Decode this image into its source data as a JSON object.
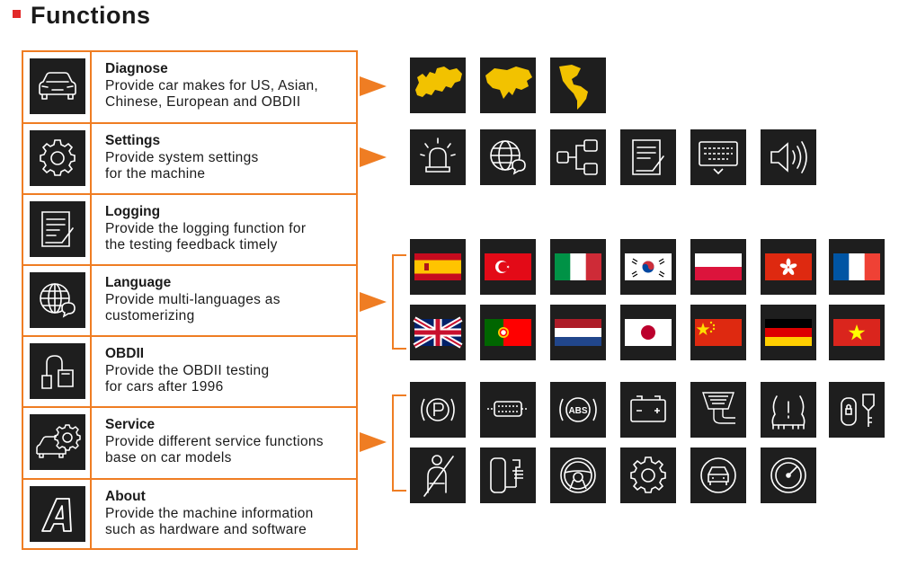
{
  "header": {
    "title": "Functions"
  },
  "rows": [
    {
      "title": "Diagnose",
      "desc": "Provide car makes for US, Asian,\nChinese, European and OBDII",
      "icon": "car-icon"
    },
    {
      "title": "Settings",
      "desc": "Provide system settings\nfor the machine",
      "icon": "gear-icon"
    },
    {
      "title": "Logging",
      "desc": "Provide the logging function for\nthe testing feedback timely",
      "icon": "document-pen-icon"
    },
    {
      "title": "Language",
      "desc": "Provide multi-languages as\ncustomerizing",
      "icon": "globe-chat-icon"
    },
    {
      "title": "OBDII",
      "desc": "Provide the OBDII testing\nfor cars after 1996",
      "icon": "obd-connector-icon"
    },
    {
      "title": "Service",
      "desc": "Provide different service functions\nbase on car models",
      "icon": "car-gear-icon"
    },
    {
      "title": "About",
      "desc": "Provide the machine information\nsuch as hardware and software",
      "icon": "about-logo-icon"
    }
  ],
  "diagnose_icons": [
    "europe-map-icon",
    "asia-map-icon",
    "americas-map-icon"
  ],
  "settings_icons": [
    "beacon-light-icon",
    "globe-chat-icon",
    "network-icon",
    "document-pen-icon",
    "keyboard-icon",
    "speaker-icon"
  ],
  "language_flags": [
    "spain-flag",
    "turkey-flag",
    "italy-flag",
    "south-korea-flag",
    "poland-flag",
    "hong-kong-flag",
    "france-flag",
    "uk-flag",
    "portugal-flag",
    "netherlands-flag",
    "japan-flag",
    "china-flag",
    "germany-flag",
    "vietnam-flag"
  ],
  "service_icons": [
    "parking-brake-icon",
    "injector-icon",
    "abs-icon",
    "battery-icon",
    "air-filter-icon",
    "tpms-icon",
    "key-fob-icon",
    "seatbelt-icon",
    "seat-adjust-icon",
    "steering-wheel-icon",
    "gear-icon",
    "car-front-icon",
    "speedometer-icon"
  ],
  "colors": {
    "accent": "#ef7d23",
    "tile": "#1e1e1e",
    "map": "#f2c200",
    "title_mark": "#e22a2a"
  }
}
